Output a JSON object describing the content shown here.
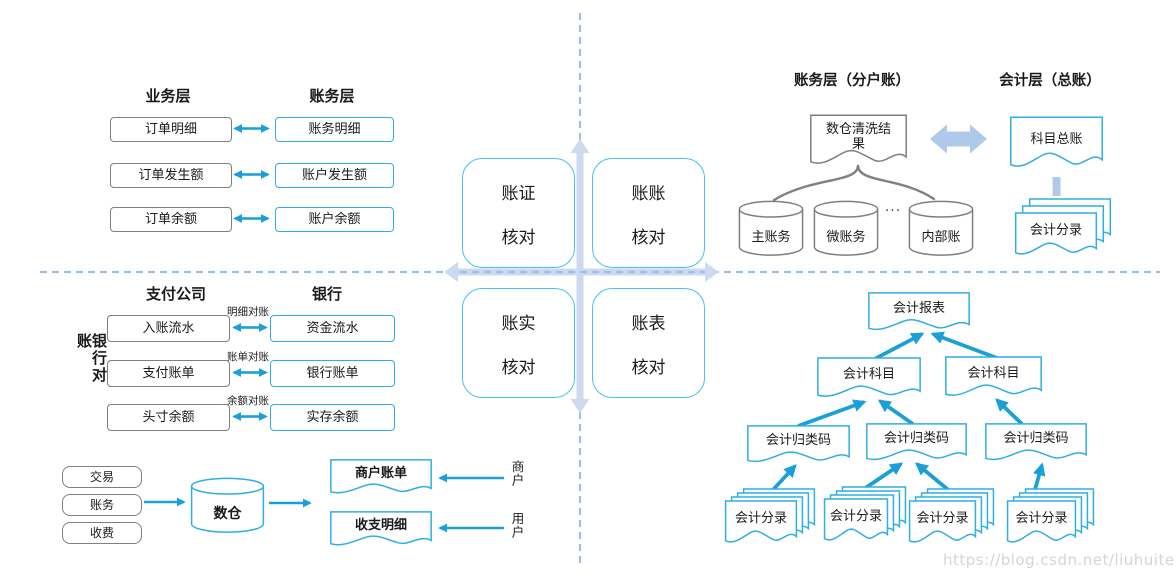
{
  "colors": {
    "arrow_blue": "#1B9FD8",
    "box_border_blue": "#2FAEE3",
    "quadrant_border_blue": "#45C2F3",
    "gray_border": "#7F7F7F",
    "light_blue_fill": "#AEC9EA",
    "dashed_line_blue": "#9DBFE8",
    "cross_fill": "#CDD9EF"
  },
  "watermark": "https://blog.csdn.net/liuhuiteng",
  "quadrant": {
    "boxes": [
      {
        "line1": "账证",
        "line2": "核对"
      },
      {
        "line1": "账账",
        "line2": "核对"
      },
      {
        "line1": "账实",
        "line2": "核对"
      },
      {
        "line1": "账表",
        "line2": "核对"
      }
    ]
  },
  "order_recon": {
    "header_left": "业务层",
    "header_right": "账务层",
    "rows": [
      {
        "left": "订单明细",
        "right": "账务明细"
      },
      {
        "left": "订单发生额",
        "right": "账户发生额"
      },
      {
        "left": "订单余额",
        "right": "账户余额"
      }
    ]
  },
  "bank_recon": {
    "side_label": "银行对账",
    "header_left": "支付公司",
    "header_right": "银行",
    "rows": [
      {
        "left": "入账流水",
        "label": "明细对账",
        "right": "资金流水"
      },
      {
        "left": "支付账单",
        "label": "账单对账",
        "right": "银行账单"
      },
      {
        "left": "头寸余额",
        "label": "余额对账",
        "right": "实存余额"
      }
    ]
  },
  "warehouse_flow": {
    "sources": [
      "交易",
      "账务",
      "收费"
    ],
    "warehouse": "数仓",
    "outputs": [
      {
        "doc": "商户账单",
        "actor": "商户"
      },
      {
        "doc": "收支明细",
        "actor": "用户"
      }
    ]
  },
  "ledger": {
    "header_left": "账务层（分户账）",
    "header_right": "会计层（总账）",
    "cleanse": "数仓清洗结果",
    "databases": [
      "主账务",
      "微账务",
      "内部账"
    ],
    "ellipsis": "...",
    "subject_ledger": "科目总账",
    "entries": "会计分录"
  },
  "tree": {
    "report": "会计报表",
    "subject": "会计科目",
    "category": "会计归类码",
    "entry": "会计分录"
  }
}
